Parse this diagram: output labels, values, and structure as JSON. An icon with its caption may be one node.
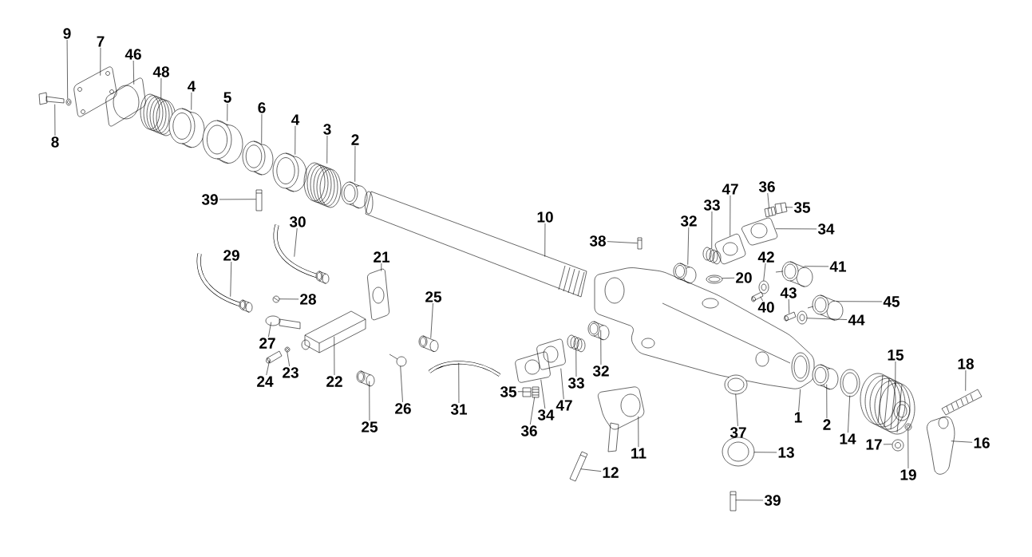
{
  "diagram": {
    "nodes": [
      {
        "text": [
          "9"
        ]
      },
      {
        "text": [
          "7"
        ]
      },
      {
        "text": [
          "46"
        ]
      },
      {
        "text": [
          "48"
        ]
      },
      {
        "text": [
          "4"
        ]
      },
      {
        "text": [
          "5"
        ]
      },
      {
        "text": [
          "6"
        ]
      },
      {
        "text": [
          "4"
        ]
      },
      {
        "text": [
          "3"
        ]
      },
      {
        "text": [
          "2"
        ]
      },
      {
        "text": [
          "8"
        ]
      },
      {
        "text": [
          "39"
        ]
      },
      {
        "text": [
          "36"
        ]
      },
      {
        "text": [
          "35"
        ]
      },
      {
        "text": [
          "47"
        ]
      },
      {
        "text": [
          "34"
        ]
      },
      {
        "text": [
          "33"
        ]
      },
      {
        "text": [
          "30"
        ]
      },
      {
        "text": [
          "10"
        ]
      },
      {
        "text": [
          "38"
        ]
      },
      {
        "text": [
          "32"
        ]
      },
      {
        "text": [
          "42"
        ]
      },
      {
        "text": [
          "41"
        ]
      },
      {
        "text": [
          "20"
        ]
      },
      {
        "text": [
          "29"
        ]
      },
      {
        "text": [
          "21"
        ]
      },
      {
        "text": [
          "28"
        ]
      },
      {
        "text": [
          "25"
        ]
      },
      {
        "text": [
          "40"
        ]
      },
      {
        "text": [
          "43"
        ]
      },
      {
        "text": [
          "45"
        ]
      },
      {
        "text": [
          "44"
        ]
      },
      {
        "text": [
          "27"
        ]
      },
      {
        "text": [
          "22"
        ]
      },
      {
        "text": [
          "15"
        ]
      },
      {
        "text": [
          "18"
        ]
      },
      {
        "text": [
          "24"
        ]
      },
      {
        "text": [
          "23"
        ]
      },
      {
        "text": [
          "33"
        ]
      },
      {
        "text": [
          "32"
        ]
      },
      {
        "text": [
          "35"
        ]
      },
      {
        "text": [
          "34"
        ]
      },
      {
        "text": [
          "47"
        ]
      },
      {
        "text": [
          "26"
        ]
      },
      {
        "text": [
          "31"
        ]
      },
      {
        "text": [
          "1"
        ]
      },
      {
        "text": [
          "2"
        ]
      },
      {
        "text": [
          "25"
        ]
      },
      {
        "text": [
          "36"
        ]
      },
      {
        "text": [
          "37"
        ]
      },
      {
        "text": [
          "14"
        ]
      },
      {
        "text": [
          "16"
        ]
      },
      {
        "text": [
          "17"
        ]
      },
      {
        "text": [
          "11"
        ]
      },
      {
        "text": [
          "13"
        ]
      },
      {
        "text": [
          "12"
        ]
      },
      {
        "text": [
          "19"
        ]
      },
      {
        "text": [
          "39"
        ]
      },
      {
        "text": [],
        "shape": "picture"
      },
      {
        "text": [],
        "shape": "picture"
      },
      {
        "text": [],
        "shape": "picture"
      },
      {
        "text": [],
        "shape": "picture"
      },
      {
        "text": [],
        "shape": "picture"
      },
      {
        "text": [],
        "shape": "picture"
      },
      {
        "text": [],
        "shape": "picture"
      },
      {
        "text": [],
        "shape": "picture"
      },
      {
        "text": [],
        "shape": "picture"
      },
      {
        "text": [],
        "shape": "picture"
      },
      {
        "text": [],
        "shape": "picture"
      },
      {
        "text": [],
        "shape": "picture"
      },
      {
        "text": [],
        "shape": "picture"
      },
      {
        "text": [],
        "shape": "picture"
      },
      {
        "text": [],
        "shape": "picture"
      },
      {
        "text": [],
        "shape": "picture"
      },
      {
        "text": [],
        "shape": "picture"
      },
      {
        "text": [],
        "shape": "picture"
      },
      {
        "text": [],
        "shape": "picture"
      },
      {
        "text": [],
        "shape": "picture"
      },
      {
        "text": [],
        "shape": "picture"
      },
      {
        "text": [],
        "shape": "picture"
      },
      {
        "text": [],
        "shape": "picture"
      },
      {
        "text": [],
        "shape": "picture"
      },
      {
        "text": [],
        "shape": "picture"
      },
      {
        "text": [],
        "shape": "picture"
      },
      {
        "text": [],
        "shape": "picture"
      },
      {
        "text": [],
        "shape": "picture"
      },
      {
        "text": [],
        "shape": "picture"
      },
      {
        "text": [],
        "shape": "picture"
      },
      {
        "text": [],
        "shape": "picture"
      },
      {
        "text": [],
        "shape": "picture"
      },
      {
        "text": [],
        "shape": "picture"
      },
      {
        "text": [],
        "shape": "picture"
      },
      {
        "text": [],
        "shape": "picture"
      },
      {
        "text": [],
        "shape": "picture"
      },
      {
        "text": [],
        "shape": "picture"
      },
      {
        "text": [],
        "shape": "picture"
      },
      {
        "text": [],
        "shape": "picture"
      },
      {
        "text": [],
        "shape": "picture"
      },
      {
        "text": [],
        "shape": "picture"
      },
      {
        "text": [],
        "shape": "picture"
      },
      {
        "text": [],
        "shape": "picture"
      },
      {
        "text": [],
        "shape": "picture"
      },
      {
        "text": [],
        "shape": "picture"
      },
      {
        "text": [],
        "shape": "picture"
      },
      {
        "text": [],
        "shape": "picture"
      },
      {
        "text": [],
        "shape": "picture"
      },
      {
        "text": [],
        "shape": "picture"
      },
      {
        "text": [],
        "shape": "picture"
      },
      {
        "text": [],
        "shape": "picture"
      },
      {
        "text": [],
        "shape": "picture"
      },
      {
        "text": [],
        "shape": "picture"
      },
      {
        "text": [],
        "shape": "picture"
      },
      {
        "text": [],
        "shape": "picture"
      },
      {
        "text": [],
        "shape": "picture"
      },
      {
        "text": [],
        "shape": "picture"
      },
      {
        "text": [],
        "shape": "picture"
      }
    ],
    "edges": [
      {
        "from": 0,
        "to": 58,
        "arrow": "none"
      },
      {
        "from": 1,
        "to": 59,
        "arrow": "none"
      },
      {
        "from": 2,
        "to": 60,
        "arrow": "none"
      },
      {
        "from": 3,
        "to": 61,
        "arrow": "none"
      },
      {
        "from": 4,
        "to": 62,
        "arrow": "none"
      },
      {
        "from": 5,
        "to": 63,
        "arrow": "none"
      },
      {
        "from": 6,
        "to": 64,
        "arrow": "none"
      },
      {
        "from": 7,
        "to": 65,
        "arrow": "none"
      },
      {
        "from": 8,
        "to": 66,
        "arrow": "none"
      },
      {
        "from": 9,
        "to": 67,
        "arrow": "none"
      },
      {
        "from": 10,
        "to": 68,
        "arrow": "none"
      },
      {
        "from": 11,
        "to": 69,
        "arrow": "none"
      },
      {
        "from": 12,
        "to": 70,
        "arrow": "none"
      },
      {
        "from": 13,
        "to": 71,
        "arrow": "none"
      },
      {
        "from": 14,
        "to": 72,
        "arrow": "none"
      },
      {
        "from": 15,
        "to": 73,
        "arrow": "none"
      },
      {
        "from": 16,
        "to": 74,
        "arrow": "none"
      },
      {
        "from": 17,
        "to": 75,
        "arrow": "none"
      },
      {
        "from": 18,
        "to": 76,
        "arrow": "none"
      },
      {
        "from": 19,
        "to": 77,
        "arrow": "none"
      },
      {
        "from": 20,
        "to": 78,
        "arrow": "none"
      },
      {
        "from": 21,
        "to": 79,
        "arrow": "none"
      },
      {
        "from": 22,
        "to": 80,
        "arrow": "none"
      },
      {
        "from": 23,
        "to": 81,
        "arrow": "none"
      },
      {
        "from": 24,
        "to": 82,
        "arrow": "none"
      },
      {
        "from": 25,
        "to": 83,
        "arrow": "none"
      },
      {
        "from": 26,
        "to": 84,
        "arrow": "none"
      },
      {
        "from": 27,
        "to": 85,
        "arrow": "none"
      },
      {
        "from": 28,
        "to": 86,
        "arrow": "none"
      },
      {
        "from": 29,
        "to": 87,
        "arrow": "none"
      },
      {
        "from": 30,
        "to": 88,
        "arrow": "none"
      },
      {
        "from": 31,
        "to": 89,
        "arrow": "none"
      },
      {
        "from": 32,
        "to": 90,
        "arrow": "none"
      },
      {
        "from": 33,
        "to": 91,
        "arrow": "none"
      },
      {
        "from": 34,
        "to": 92,
        "arrow": "none"
      },
      {
        "from": 35,
        "to": 93,
        "arrow": "none"
      },
      {
        "from": 36,
        "to": 94,
        "arrow": "none"
      },
      {
        "from": 37,
        "to": 95,
        "arrow": "none"
      },
      {
        "from": 38,
        "to": 96,
        "arrow": "none"
      },
      {
        "from": 39,
        "to": 97,
        "arrow": "none"
      },
      {
        "from": 40,
        "to": 98,
        "arrow": "none"
      },
      {
        "from": 41,
        "to": 99,
        "arrow": "none"
      },
      {
        "from": 42,
        "to": 100,
        "arrow": "none"
      },
      {
        "from": 43,
        "to": 101,
        "arrow": "none"
      },
      {
        "from": 44,
        "to": 102,
        "arrow": "none"
      },
      {
        "from": 45,
        "to": 103,
        "arrow": "none"
      },
      {
        "from": 46,
        "to": 104,
        "arrow": "none"
      },
      {
        "from": 47,
        "to": 105,
        "arrow": "none"
      },
      {
        "from": 48,
        "to": 106,
        "arrow": "none"
      },
      {
        "from": 49,
        "to": 107,
        "arrow": "none"
      },
      {
        "from": 50,
        "to": 108,
        "arrow": "none"
      },
      {
        "from": 51,
        "to": 109,
        "arrow": "none"
      },
      {
        "from": 52,
        "to": 110,
        "arrow": "none"
      },
      {
        "from": 53,
        "to": 111,
        "arrow": "none"
      },
      {
        "from": 54,
        "to": 112,
        "arrow": "none"
      },
      {
        "from": 55,
        "to": 113,
        "arrow": "none"
      },
      {
        "from": 56,
        "to": 114,
        "arrow": "none"
      },
      {
        "from": 57,
        "to": 115,
        "arrow": "none"
      }
    ]
  }
}
